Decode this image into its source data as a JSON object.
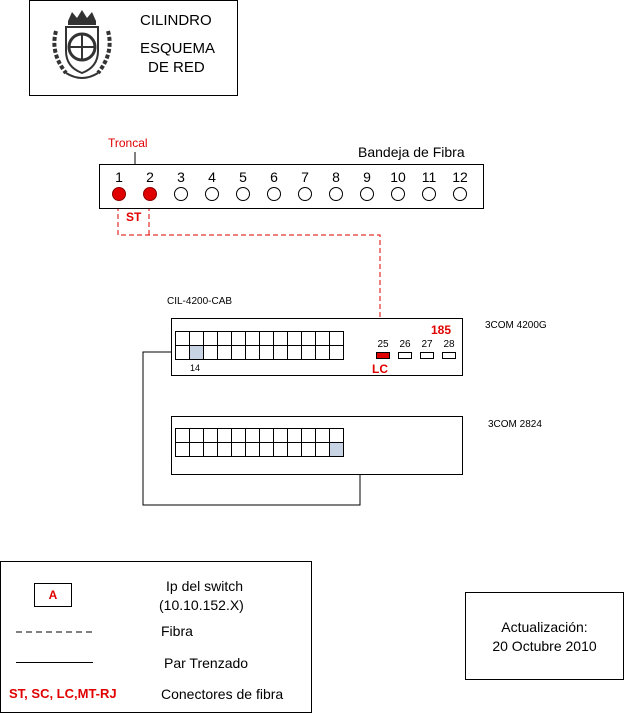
{
  "header": {
    "title": "CILINDRO",
    "subtitle_line1": "ESQUEMA",
    "subtitle_line2": "DE  RED",
    "logo_icon": "coat-of-arms-logo"
  },
  "tray": {
    "title": "Bandeja de Fibra",
    "troncal_label": "Troncal",
    "ports": [
      "1",
      "2",
      "3",
      "4",
      "5",
      "6",
      "7",
      "8",
      "9",
      "10",
      "11",
      "12"
    ],
    "active_ports": [
      1,
      2
    ],
    "connector_label": "ST"
  },
  "switch_main": {
    "hostname": "CIL-4200-CAB",
    "model": "3COM 4200G",
    "ip_suffix": "185",
    "copper_columns": 12,
    "highlight_port_label": "14",
    "sfp_ports": [
      "25",
      "26",
      "27",
      "28"
    ],
    "active_sfp": "25",
    "sfp_connector_label": "LC"
  },
  "switch_secondary": {
    "model": "3COM 2824",
    "copper_columns": 12
  },
  "legend": {
    "switch_ip_sample": "A",
    "switch_ip_label_line1": "Ip del switch",
    "switch_ip_label_line2": "(10.10.152.X)",
    "fiber_label": "Fibra",
    "twisted_pair_label": "Par Trenzado",
    "connectors_sample": "ST, SC, LC,MT-RJ",
    "connectors_label": "Conectores de fibra"
  },
  "update": {
    "label": "Actualización:",
    "date": "20 Octubre 2010"
  },
  "colors": {
    "accent_red": "#e00000",
    "highlight_port": "#c8d4e4"
  }
}
